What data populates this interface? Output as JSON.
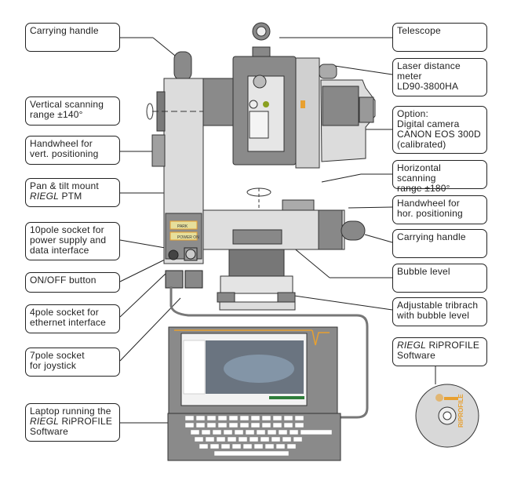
{
  "title": "RIEGL laser measurement system with pan & tilt mount — component overview",
  "labels_left": [
    {
      "id": "carrying-handle-top",
      "lines": [
        "Carrying handle"
      ]
    },
    {
      "id": "vertical-scanning-range",
      "lines": [
        "Vertical scanning",
        "range ±140°"
      ]
    },
    {
      "id": "handwheel-vertical",
      "lines": [
        "Handwheel for",
        "vert. positioning"
      ]
    },
    {
      "id": "pan-tilt-mount",
      "lines": [
        "Pan & tilt mount"
      ],
      "italic_prefix": "RIEGL",
      "suffix": " PTM"
    },
    {
      "id": "socket-10pole",
      "lines": [
        "10pole socket for",
        "power supply and",
        "data interface"
      ]
    },
    {
      "id": "on-off-button",
      "lines": [
        "ON/OFF button"
      ]
    },
    {
      "id": "socket-4pole",
      "lines": [
        "4pole socket for",
        "ethernet interface"
      ]
    },
    {
      "id": "socket-7pole",
      "lines": [
        "7pole socket",
        "for joystick"
      ]
    },
    {
      "id": "laptop",
      "lines": [
        "Laptop running the"
      ],
      "italic_prefix": "RIEGL",
      "suffix": " RiPROFILE",
      "last": "Software"
    }
  ],
  "labels_right": [
    {
      "id": "telescope",
      "lines": [
        "Telescope"
      ]
    },
    {
      "id": "laser-distance-meter",
      "lines": [
        "Laser distance",
        "meter",
        "LD90-3800HA"
      ]
    },
    {
      "id": "digital-camera",
      "lines": [
        "Option:",
        "Digital camera",
        "CANON EOS 300D",
        "(calibrated)"
      ]
    },
    {
      "id": "horizontal-scanning-range",
      "lines": [
        "Horizontal scanning",
        "range ±180°"
      ]
    },
    {
      "id": "handwheel-horizontal",
      "lines": [
        "Handwheel for",
        "hor. positioning"
      ]
    },
    {
      "id": "carrying-handle-side",
      "lines": [
        "Carrying handle"
      ]
    },
    {
      "id": "bubble-level",
      "lines": [
        "Bubble level"
      ]
    },
    {
      "id": "tribrach",
      "lines": [
        "Adjustable tribrach",
        "with bubble level"
      ]
    },
    {
      "id": "software",
      "lines": [
        "Software"
      ],
      "italic_prefix": "RIEGL",
      "suffix": " RiPROFILE"
    }
  ],
  "panel": {
    "button_1": "PARK",
    "button_2": "POWER ON"
  },
  "cd": {
    "label": "RiPROFILE"
  },
  "colors": {
    "accent_orange": "#e8a030",
    "device_gray": "#8a8a8a",
    "device_light": "#d6d6d6",
    "outline": "#222222",
    "screen_green": "#2e7d3a"
  }
}
